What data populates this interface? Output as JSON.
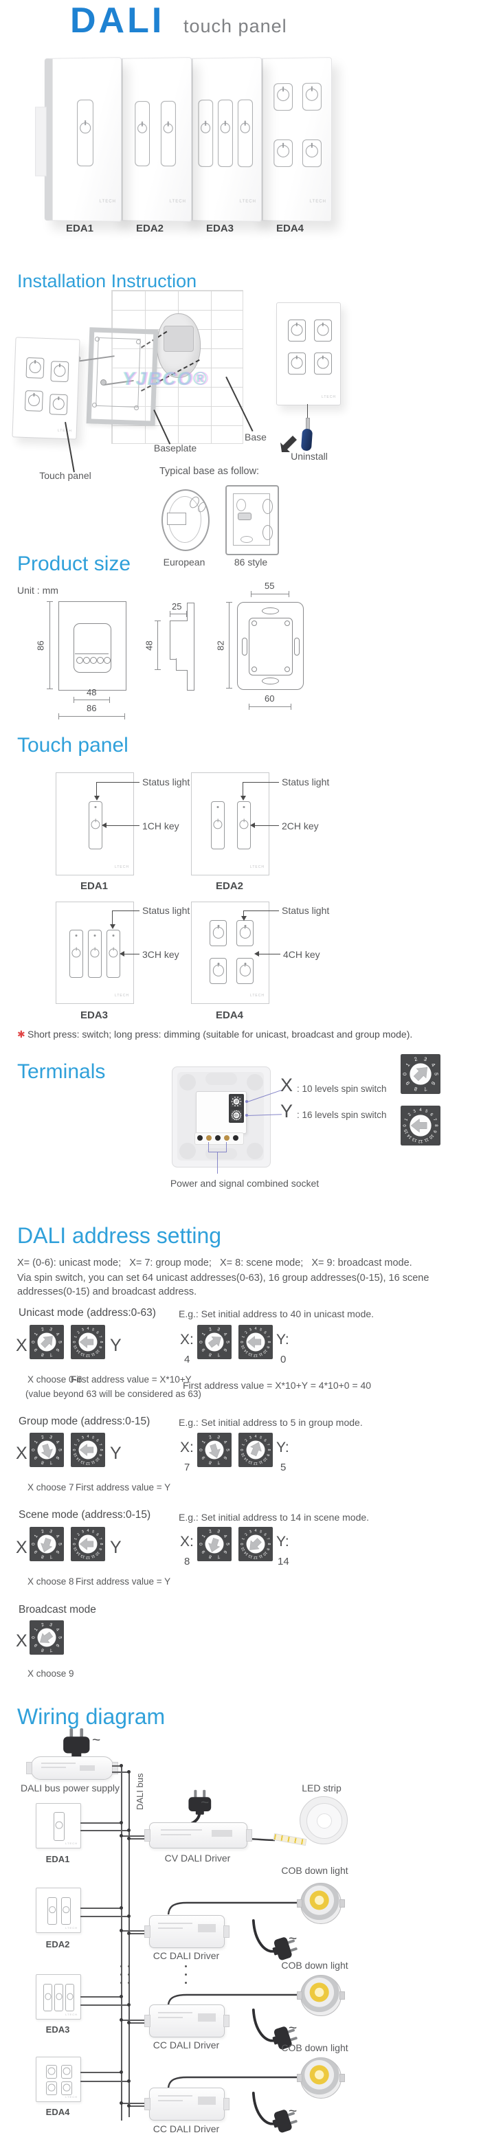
{
  "logo": {
    "brand": "DALI",
    "subtitle": "touch panel"
  },
  "hero": {
    "brand_mark": "LTECH",
    "panels": [
      {
        "label": "EDA1"
      },
      {
        "label": "EDA2"
      },
      {
        "label": "EDA3"
      },
      {
        "label": "EDA4"
      }
    ]
  },
  "installation": {
    "title": "Installation Instruction",
    "touch_panel_label": "Touch panel",
    "baseplate_label": "Baseplate",
    "base_label": "Base",
    "uninstall_label": "Uninstall",
    "typical_label": "Typical base as follow:",
    "european_label": "European",
    "style86_label": "86 style",
    "watermark": "YJBCO®"
  },
  "product_size": {
    "title": "Product size",
    "unit": "Unit : mm",
    "front": {
      "height": "86",
      "inner_width": "48",
      "width": "86"
    },
    "side": {
      "depth": "25",
      "height": "48"
    },
    "back": {
      "top_width": "55",
      "height": "82",
      "bottom_width": "60"
    }
  },
  "touch_panel": {
    "title": "Touch panel",
    "status_label": "Status light",
    "panels": [
      {
        "name": "EDA1",
        "key_label": "1CH key"
      },
      {
        "name": "EDA2",
        "key_label": "2CH key"
      },
      {
        "name": "EDA3",
        "key_label": "3CH key"
      },
      {
        "name": "EDA4",
        "key_label": "4CH key"
      }
    ],
    "note_mark": "✱",
    "note": "Short press: switch; long press: dimming (suitable for unicast, broadcast and group mode)."
  },
  "terminals": {
    "title": "Terminals",
    "x_letter": "X",
    "x_desc": ": 10 levels spin switch",
    "y_letter": "Y",
    "y_desc": ": 16 levels spin switch",
    "socket_label": "Power and signal combined socket"
  },
  "address": {
    "title": "DALI address setting",
    "intro1": "X= (0-6): unicast mode;   X= 7: group mode;   X= 8: scene mode;   X= 9: broadcast mode.",
    "intro2": "Via spin switch, you can set 64 unicast addresses(0-63), 16 group addresses(0-15), 16 scene",
    "intro3": "addresses(0-15) and broadcast address.",
    "x_letter": "X",
    "y_letter": "Y",
    "x_colon": "X:",
    "y_colon": "Y:",
    "modes": [
      {
        "title": "Unicast mode (address:0-63)",
        "choose": "X choose 0-6",
        "formula": "First address value = X*10+Y",
        "note": "(value beyond 63 will be considered as 63)",
        "eg_title": "E.g.: Set initial address to 40 in unicast mode.",
        "eg_x": "4",
        "eg_y": "0",
        "eg_formula": "First address value = X*10+Y = 4*10+0 = 40"
      },
      {
        "title": "Group mode (address:0-15)",
        "choose": "X choose 7",
        "formula": "First address value = Y",
        "eg_title": "E.g.: Set initial address to 5 in group mode.",
        "eg_x": "7",
        "eg_y": "5"
      },
      {
        "title": "Scene mode (address:0-15)",
        "choose": "X choose 8",
        "formula": "First address value = Y",
        "eg_title": "E.g.: Set initial address to 14 in scene mode.",
        "eg_x": "8",
        "eg_y": "14"
      },
      {
        "title": "Broadcast mode",
        "choose": "X choose 9"
      }
    ]
  },
  "wiring": {
    "title": "Wiring diagram",
    "power_supply_label": "DALI bus power supply",
    "bus_label": "DALI bus",
    "ac_symbol": "~",
    "rows": [
      {
        "panel": "EDA1",
        "driver": "CV DALI Driver",
        "load": "LED strip"
      },
      {
        "panel": "EDA2",
        "driver": "CC DALI Driver",
        "load": "COB down light"
      },
      {
        "panel": "EDA3",
        "driver": "CC DALI Driver",
        "load": "COB down light"
      },
      {
        "panel": "EDA4",
        "driver": "CC DALI Driver",
        "load": "COB down light"
      }
    ]
  }
}
